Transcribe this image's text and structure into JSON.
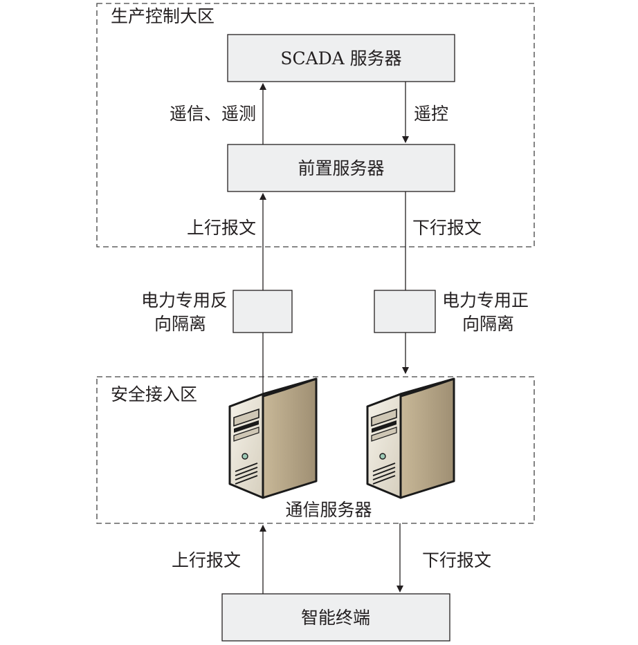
{
  "zones": {
    "production": "生产控制大区",
    "security_access": "安全接入区"
  },
  "boxes": {
    "scada": "SCADA 服务器",
    "front_server": "前置服务器",
    "smart_terminal": "智能终端"
  },
  "links": {
    "telemetry": "遥信、遥测",
    "remote_control": "遥控",
    "upstream_top": "上行报文",
    "downstream_top": "下行报文",
    "upstream_bottom": "上行报文",
    "downstream_bottom": "下行报文"
  },
  "isolation": {
    "reverse_line1": "电力专用反",
    "reverse_line2": "向隔离",
    "forward_line1": "电力专用正",
    "forward_line2": "向隔离"
  },
  "servers": {
    "label": "通信服务器"
  },
  "colors": {
    "box_fill": "#eeeff0",
    "stroke": "#231f20",
    "dash": "#404040",
    "server_front": "#e9e5d8",
    "server_side": "#b9a98c",
    "server_top": "#d9d0bc",
    "server_outline": "#1a1a1a"
  }
}
